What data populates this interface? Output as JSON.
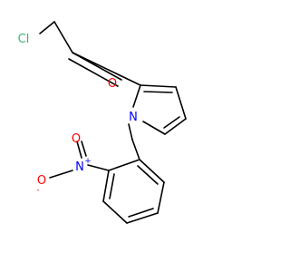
{
  "molecule": {
    "atoms": {
      "cl": {
        "text": "Cl",
        "color": "#3cb371"
      },
      "carbonyl_o": {
        "text": "O",
        "color": "#ff0000"
      },
      "ring_n": {
        "text": "N",
        "color": "#0000ff"
      },
      "nitro_n": {
        "text": "N",
        "color": "#0000ff",
        "charge": "+"
      },
      "nitro_o_single": {
        "text": "O",
        "color": "#ff0000",
        "charge": "-"
      },
      "nitro_o_double": {
        "text": "O",
        "color": "#ff0000"
      }
    },
    "bond_color": "#000000"
  }
}
